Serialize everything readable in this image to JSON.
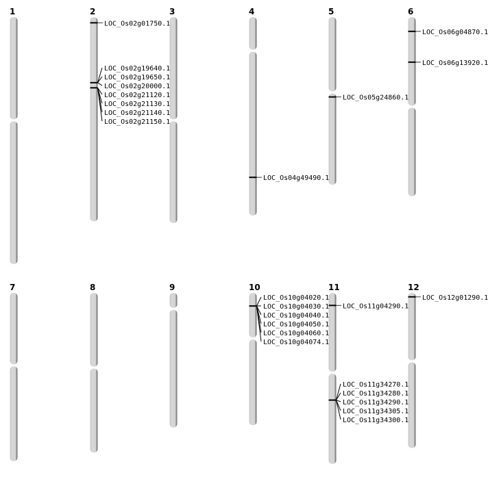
{
  "units": "Mb",
  "chromosomes": [
    {
      "name": "1",
      "length": 43.3,
      "centromere": 18.1,
      "markers": []
    },
    {
      "name": "2",
      "length": 35.8,
      "centromere": null,
      "markers": [
        {
          "pos": 1.0,
          "genes": [
            "LOC_Os02g01750.1"
          ]
        },
        {
          "pos": 11.5,
          "genes": [
            "LOC_Os02g19640.1",
            "LOC_Os02g19650.1",
            "LOC_Os02g20000.1"
          ]
        },
        {
          "pos": 12.4,
          "genes": [
            "LOC_Os02g21120.1",
            "LOC_Os02g21130.1",
            "LOC_Os02g21140.1",
            "LOC_Os02g21150.1"
          ]
        }
      ]
    },
    {
      "name": "3",
      "length": 36.1,
      "centromere": 18.1,
      "markers": []
    },
    {
      "name": "4",
      "length": 34.8,
      "centromere": 5.9,
      "markers": [
        {
          "pos": 28.1,
          "genes": [
            "LOC_Os04g49490.1"
          ]
        }
      ]
    },
    {
      "name": "5",
      "length": 29.4,
      "centromere": 13.2,
      "markers": [
        {
          "pos": 14.0,
          "genes": [
            "LOC_Os05g24860.1"
          ]
        }
      ]
    },
    {
      "name": "6",
      "length": 31.4,
      "centromere": 15.7,
      "markers": [
        {
          "pos": 2.5,
          "genes": [
            "LOC_Os06g04870.1"
          ]
        },
        {
          "pos": 7.9,
          "genes": [
            "LOC_Os06g13920.1"
          ]
        }
      ]
    },
    {
      "name": "7",
      "length": 29.5,
      "centromere": 12.7,
      "markers": []
    },
    {
      "name": "8",
      "length": 28.0,
      "centromere": 13.1,
      "markers": []
    },
    {
      "name": "9",
      "length": 23.6,
      "centromere": 2.8,
      "markers": []
    },
    {
      "name": "10",
      "length": 23.2,
      "centromere": 8.0,
      "markers": [
        {
          "pos": 2.3,
          "genes": [
            "LOC_Os10g04020.1",
            "LOC_Os10g04030.1",
            "LOC_Os10g04040.1",
            "LOC_Os10g04050.1",
            "LOC_Os10g04060.1",
            "LOC_Os10g04074.1"
          ]
        }
      ]
    },
    {
      "name": "11",
      "length": 30.0,
      "centromere": 14.0,
      "markers": [
        {
          "pos": 2.2,
          "genes": [
            "LOC_Os11g04290.1"
          ]
        },
        {
          "pos": 18.8,
          "genes": [
            "LOC_Os11g34270.1",
            "LOC_Os11g34280.1",
            "LOC_Os11g34290.1",
            "LOC_Os11g34305.1",
            "LOC_Os11g34300.1"
          ]
        }
      ]
    },
    {
      "name": "12",
      "length": 27.2,
      "centromere": 12.0,
      "markers": [
        {
          "pos": 0.7,
          "genes": [
            "LOC_Os12g01290.1"
          ]
        }
      ]
    }
  ],
  "colors": {
    "chromosome": "#d3d3d3",
    "shadow": "#777777",
    "marker": "#000000"
  }
}
